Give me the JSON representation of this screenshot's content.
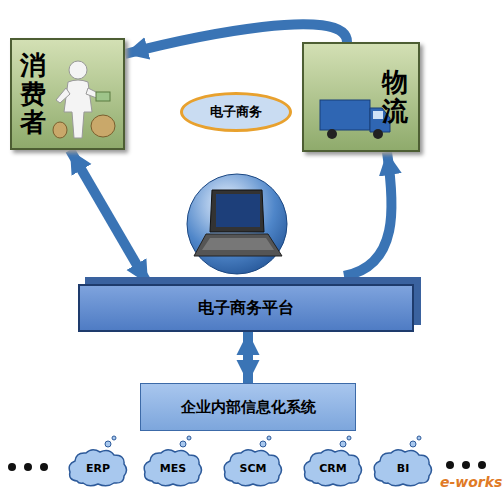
{
  "diagram": {
    "nodes": [
      {
        "text": [
          "消费者"
        ]
      },
      {
        "text": [
          "物流"
        ]
      },
      {
        "text": [
          "电子商务"
        ]
      },
      {
        "text": [
          "电子商务平台"
        ]
      },
      {
        "text": [
          "企业内部信息化系统"
        ]
      },
      {
        "text": [
          "ERP"
        ]
      },
      {
        "text": [
          "MES"
        ]
      },
      {
        "text": [
          "SCM"
        ]
      },
      {
        "text": [
          "CRM"
        ]
      },
      {
        "text": [
          "BI"
        ]
      }
    ],
    "edges": [
      {
        "from": 1,
        "to": 0,
        "arrow": "to"
      },
      {
        "from": 0,
        "to": 3,
        "arrow": "both"
      },
      {
        "from": 3,
        "to": 1,
        "arrow": "to"
      },
      {
        "from": 3,
        "to": 4,
        "arrow": "both"
      }
    ],
    "labels": [
      "e-works"
    ]
  }
}
